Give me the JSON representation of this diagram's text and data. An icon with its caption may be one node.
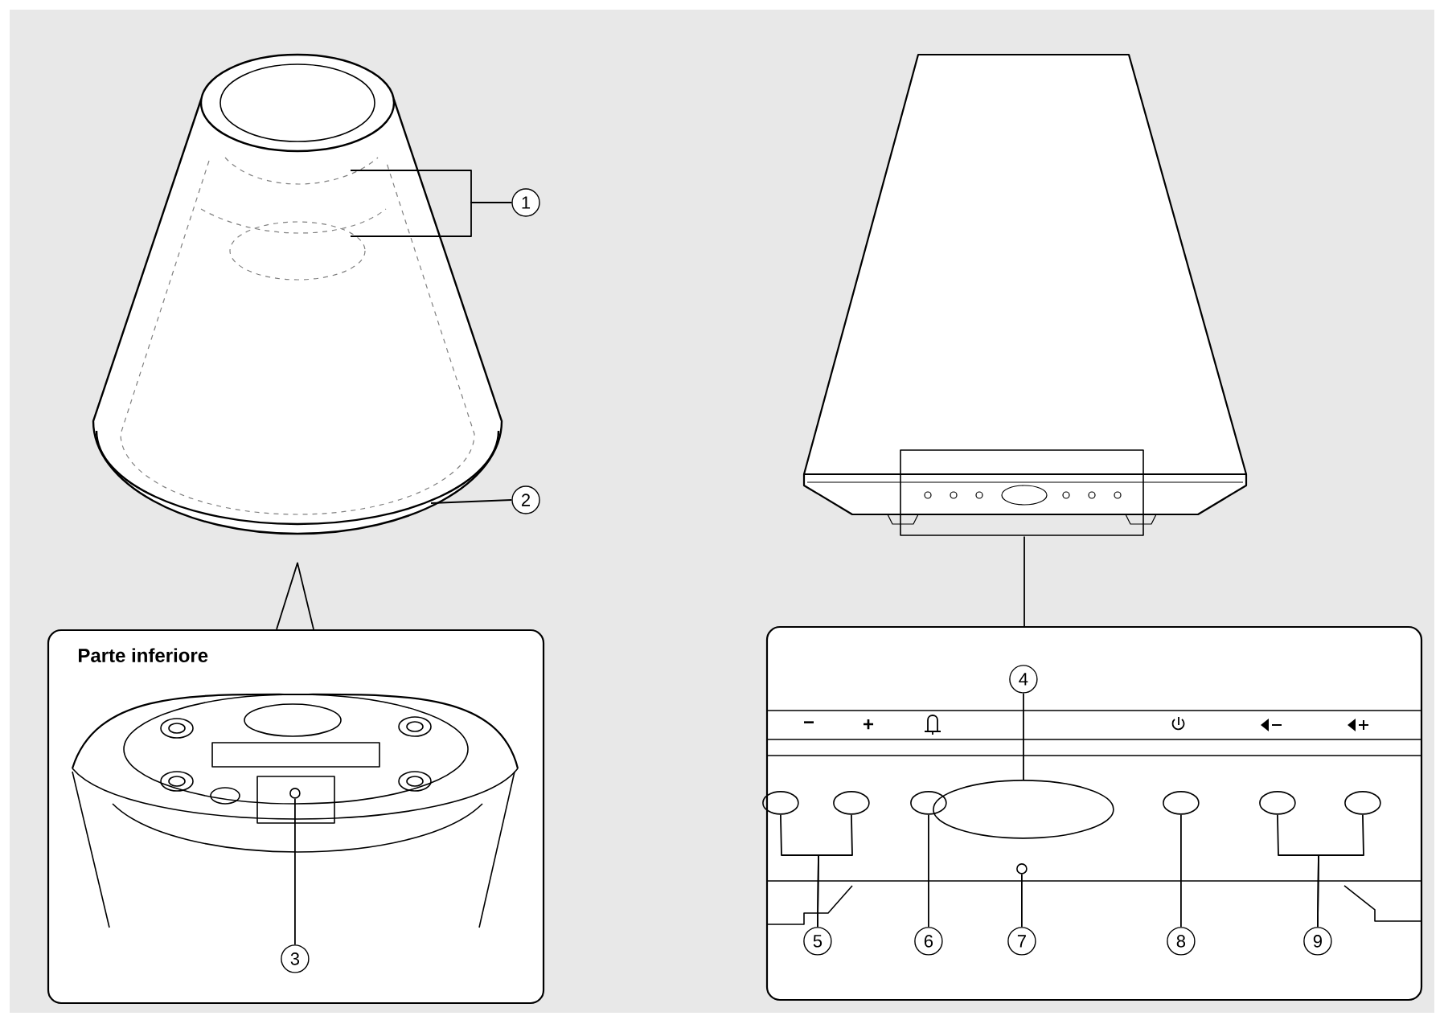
{
  "diagram": {
    "nodes": [
      {
        "text": [
          "1"
        ]
      },
      {
        "text": [
          "2"
        ]
      },
      {
        "text": [],
        "shape": "picture"
      },
      {
        "text": [
          "Parte inferiore"
        ]
      },
      {
        "text": [
          "3"
        ],
        "in": 3
      },
      {
        "text": [],
        "shape": "picture"
      },
      {
        "text": [],
        "shape": "box"
      },
      {
        "text": [
          "4"
        ],
        "in": 6
      },
      {
        "text": [
          "5"
        ],
        "in": 6
      },
      {
        "text": [
          "6"
        ],
        "in": 6
      },
      {
        "text": [
          "7"
        ],
        "in": 6
      },
      {
        "text": [
          "8"
        ],
        "in": 6
      },
      {
        "text": [
          "9"
        ],
        "in": 6
      },
      {
        "text": [],
        "shape": "circle",
        "in": 3
      },
      {
        "text": [],
        "shape": "ellipse",
        "in": 6
      },
      {
        "text": [],
        "shape": "ellipse",
        "in": 6
      },
      {
        "text": [],
        "shape": "ellipse",
        "in": 6
      },
      {
        "text": [],
        "shape": "ellipse",
        "in": 6
      },
      {
        "text": [],
        "shape": "circle",
        "in": 6
      },
      {
        "text": [],
        "shape": "ellipse",
        "in": 6
      },
      {
        "text": [],
        "shape": "ellipse",
        "in": 6
      },
      {
        "text": [],
        "shape": "ellipse",
        "in": 6
      }
    ],
    "edges": [
      {
        "from": 0,
        "to": 2,
        "arrow": "none"
      },
      {
        "from": 0,
        "to": 2,
        "arrow": "none"
      },
      {
        "from": 1,
        "to": 2,
        "arrow": "none"
      },
      {
        "from": 3,
        "to": 2,
        "arrow": "none"
      },
      {
        "from": 4,
        "to": 13,
        "arrow": "none"
      },
      {
        "from": 6,
        "to": 5,
        "arrow": "none"
      },
      {
        "from": 7,
        "to": 17,
        "arrow": "none"
      },
      {
        "from": 8,
        "to": 14,
        "arrow": "none"
      },
      {
        "from": 8,
        "to": 15,
        "arrow": "none"
      },
      {
        "from": 9,
        "to": 16,
        "arrow": "none"
      },
      {
        "from": 10,
        "to": 18,
        "arrow": "none"
      },
      {
        "from": 11,
        "to": 19,
        "arrow": "none"
      },
      {
        "from": 12,
        "to": 20,
        "arrow": "none"
      },
      {
        "from": 12,
        "to": 21,
        "arrow": "none"
      }
    ],
    "labels": [
      "−",
      "+"
    ]
  }
}
